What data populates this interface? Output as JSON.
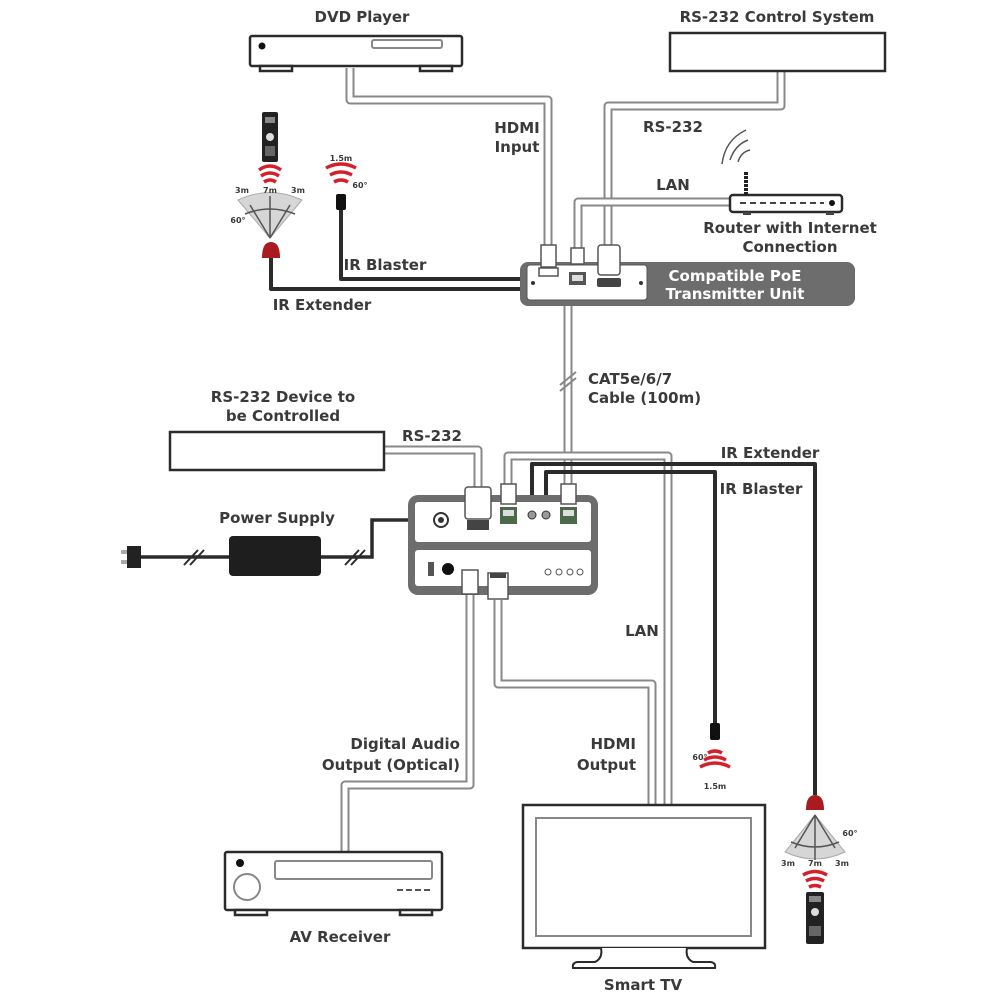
{
  "devices": {
    "dvd_player": "DVD Player",
    "rs232_control_system": "RS-232 Control System",
    "router": [
      "Router with Internet",
      "Connection"
    ],
    "transmitter": [
      "Compatible PoE",
      "Transmitter Unit"
    ],
    "rs232_device": [
      "RS-232 Device to",
      "be Controlled"
    ],
    "power_supply": "Power Supply",
    "av_receiver": "AV Receiver",
    "smart_tv": "Smart TV"
  },
  "connections": {
    "hdmi_input": [
      "HDMI",
      "Input"
    ],
    "rs232_top": "RS-232",
    "lan_top": "LAN",
    "ir_blaster_top": "IR Blaster",
    "ir_extender_top": "IR Extender",
    "catx_cable": [
      "CAT5e/6/7",
      "Cable (100m)"
    ],
    "rs232_bottom": "RS-232",
    "ir_extender_bottom": "IR Extender",
    "ir_blaster_bottom": "IR Blaster",
    "lan_bottom": "LAN",
    "digital_audio": [
      "Digital Audio",
      "Output (Optical)"
    ],
    "hdmi_output": [
      "HDMI",
      "Output"
    ]
  },
  "ir_specs": {
    "extender_side": "3m",
    "extender_center": "7m",
    "extender_angle": "60°",
    "blaster_range": "1.5m",
    "blaster_angle": "60°"
  },
  "colors": {
    "ir_red": "#d3202a",
    "transmitter_band": "#6d6d6d",
    "text": "#3a3a3a"
  }
}
